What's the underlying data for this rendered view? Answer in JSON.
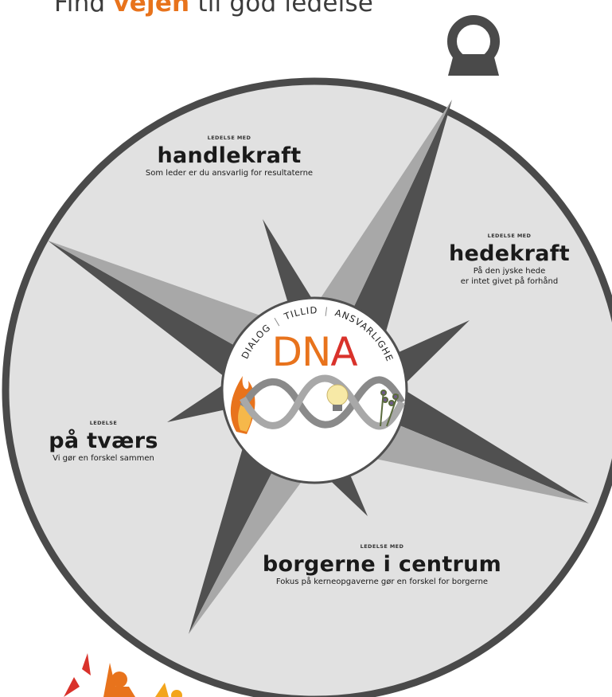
{
  "title": {
    "prefix": "Find ",
    "accent": "vejen",
    "suffix": " til god ledelse"
  },
  "center": {
    "dna_text": "DNA",
    "ring_words": [
      "DIALOG",
      "TILLID",
      "ANSVARLIGHED"
    ]
  },
  "labels": {
    "top": {
      "small": "LEDELSE MED",
      "big": "handlekraft",
      "sub": "Som leder er du ansvarlig for resultaterne"
    },
    "right": {
      "small": "LEDELSE MED",
      "big": "hedekraft",
      "sub1": "På den jyske hede",
      "sub2": "er intet givet på forhånd"
    },
    "left": {
      "small": "LEDELSE",
      "big": "på tværs",
      "sub": "Vi gør en forskel sammen"
    },
    "bottom": {
      "small": "LEDELSE MED",
      "big": "borgerne i centrum",
      "sub": "Fokus på kerneopgaverne gør en forskel for borgerne"
    }
  },
  "colors": {
    "accent_orange": "#e8731c",
    "dna_red": "#d9322b",
    "compass_face": "#e1e1e1",
    "compass_rim": "#4a4a4a",
    "point_dark": "#505050",
    "point_light": "#a8a8a8"
  }
}
